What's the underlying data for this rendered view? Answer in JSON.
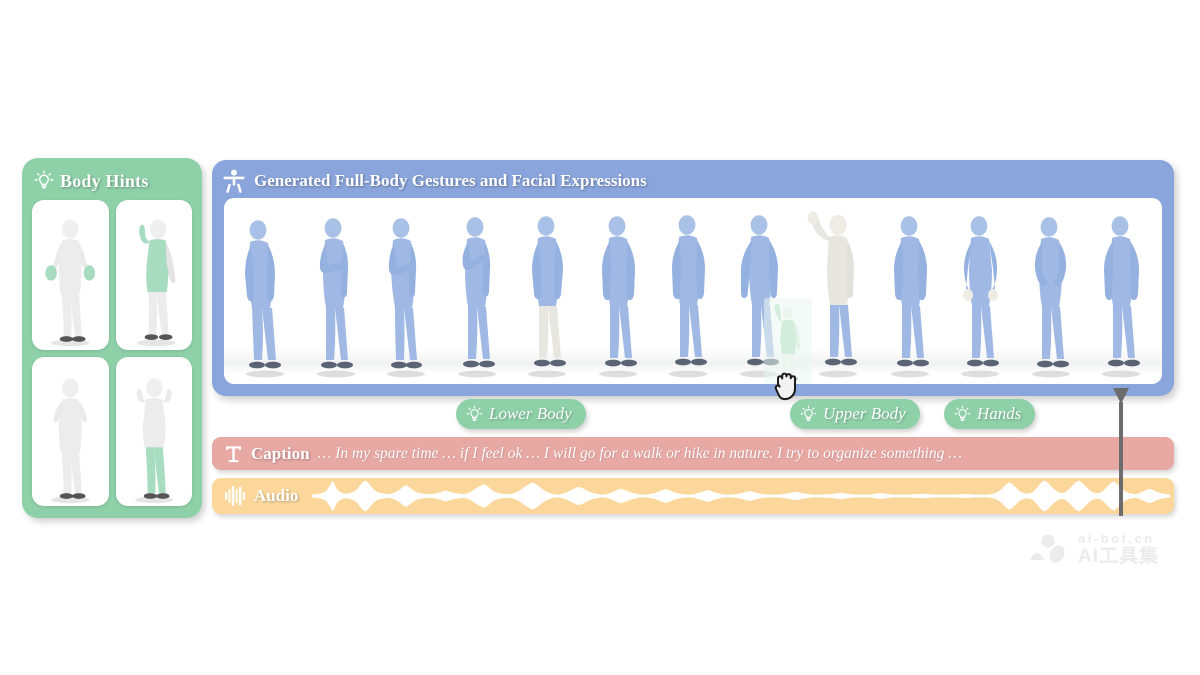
{
  "hints_panel": {
    "title": "Body Hints",
    "icon": "lightbulb-icon",
    "accent": "#8ed0a8",
    "thumbnails": [
      {
        "id": "hint-hands",
        "highlight": "hands",
        "pose": "both-hands-raised"
      },
      {
        "id": "hint-upper-body",
        "highlight": "upper-body",
        "pose": "left-arm-up-waving"
      },
      {
        "id": "hint-none",
        "highlight": "none",
        "pose": "both-hands-up-chest"
      },
      {
        "id": "hint-lower-body",
        "highlight": "lower-body",
        "pose": "both-hands-up-head"
      }
    ]
  },
  "generated_panel": {
    "title": "Generated Full-Body Gestures and Facial Expressions",
    "icon": "person-accessibility-icon",
    "accent": "#8aa5dc",
    "figure_color": "#9fb9e4",
    "highlight_color": "#e8e6e0",
    "frames": [
      {
        "index": 1,
        "highlight": "none",
        "pose": "leaning-forward-arms-down"
      },
      {
        "index": 2,
        "highlight": "none",
        "pose": "leaning-right-arm-bent"
      },
      {
        "index": 3,
        "highlight": "none",
        "pose": "turning-arm-forward"
      },
      {
        "index": 4,
        "highlight": "none",
        "pose": "arm-across-chest"
      },
      {
        "index": 5,
        "highlight": "lower-body",
        "pose": "standing-arms-loose"
      },
      {
        "index": 6,
        "highlight": "none",
        "pose": "standing-arms-down"
      },
      {
        "index": 7,
        "highlight": "none",
        "pose": "standing-neutral"
      },
      {
        "index": 8,
        "highlight": "none",
        "pose": "standing-arms-slight-out"
      },
      {
        "index": 9,
        "highlight": "upper-body",
        "pose": "left-arm-raised-open-palm"
      },
      {
        "index": 10,
        "highlight": "none",
        "pose": "standing-arms-down"
      },
      {
        "index": 11,
        "highlight": "hands",
        "pose": "hands-forward"
      },
      {
        "index": 12,
        "highlight": "none",
        "pose": "hands-fisted-forward"
      },
      {
        "index": 13,
        "highlight": "none",
        "pose": "standing-arms-relaxed"
      }
    ]
  },
  "control_pills": [
    {
      "id": "lower-body",
      "label": "Lower Body",
      "icon": "lightbulb-icon"
    },
    {
      "id": "upper-body",
      "label": "Upper Body",
      "icon": "lightbulb-icon"
    },
    {
      "id": "hands",
      "label": "Hands",
      "icon": "lightbulb-icon"
    }
  ],
  "caption_track": {
    "label": "Caption",
    "icon": "text-t-icon",
    "accent": "#e8a8a4",
    "text": "… In my spare time … if I feel ok   … I will go for a walk or hike in nature. I try to organize something …"
  },
  "audio_track": {
    "label": "Audio",
    "icon": "equalizer-icon",
    "accent": "#fbd79b",
    "waveform": [
      3,
      4,
      5,
      7,
      10,
      22,
      34,
      16,
      9,
      6,
      5,
      7,
      10,
      16,
      26,
      34,
      30,
      20,
      12,
      8,
      6,
      5,
      4,
      6,
      9,
      14,
      20,
      24,
      18,
      12,
      8,
      6,
      5,
      4,
      4,
      5,
      7,
      9,
      12,
      10,
      8,
      6,
      5,
      4,
      5,
      8,
      12,
      18,
      22,
      26,
      22,
      16,
      10,
      7,
      5,
      4,
      4,
      5,
      7,
      11,
      16,
      22,
      26,
      30,
      26,
      20,
      14,
      9,
      6,
      4,
      3,
      4,
      6,
      9,
      13,
      17,
      20,
      18,
      14,
      10,
      7,
      5,
      4,
      3,
      4,
      6,
      9,
      13,
      16,
      14,
      11,
      8,
      6,
      4,
      3,
      3,
      4,
      5,
      7,
      10,
      13,
      15,
      13,
      10,
      7,
      5,
      4,
      3,
      3,
      4,
      6,
      8,
      11,
      13,
      11,
      8,
      6,
      4,
      3,
      3,
      3,
      4,
      5,
      7,
      9,
      11,
      9,
      7,
      5,
      4,
      3,
      3,
      3,
      3,
      4,
      5,
      6,
      8,
      9,
      8,
      6,
      5,
      4,
      3,
      3,
      3,
      3,
      4,
      4,
      5,
      6,
      7,
      6,
      5,
      4,
      3,
      3,
      3,
      3,
      3,
      4,
      5,
      6,
      6,
      5,
      4,
      3,
      3,
      3,
      3,
      3,
      3,
      4,
      4,
      5,
      5,
      4,
      4,
      3,
      3,
      3,
      3,
      3,
      3,
      3,
      4,
      4,
      4,
      4,
      3,
      3,
      3,
      3,
      3,
      4,
      6,
      10,
      16,
      24,
      30,
      26,
      18,
      11,
      7,
      5,
      6,
      10,
      18,
      28,
      34,
      30,
      22,
      14,
      9,
      6,
      8,
      14,
      22,
      30,
      34,
      28,
      20,
      13,
      8,
      6,
      7,
      12,
      20,
      28,
      32,
      26,
      18,
      11,
      7,
      5,
      4,
      6,
      9,
      13,
      16,
      14,
      10,
      7,
      5,
      4,
      3
    ]
  },
  "playhead": {
    "position_label": "playhead",
    "color": "#6c6c6c"
  },
  "cursor": {
    "type": "grabbing-hand-cursor"
  },
  "drag_ghost": {
    "label": "dragged-body-hint"
  },
  "watermark": {
    "top": "ai-bot.cn",
    "bottom": "AI工具集"
  }
}
